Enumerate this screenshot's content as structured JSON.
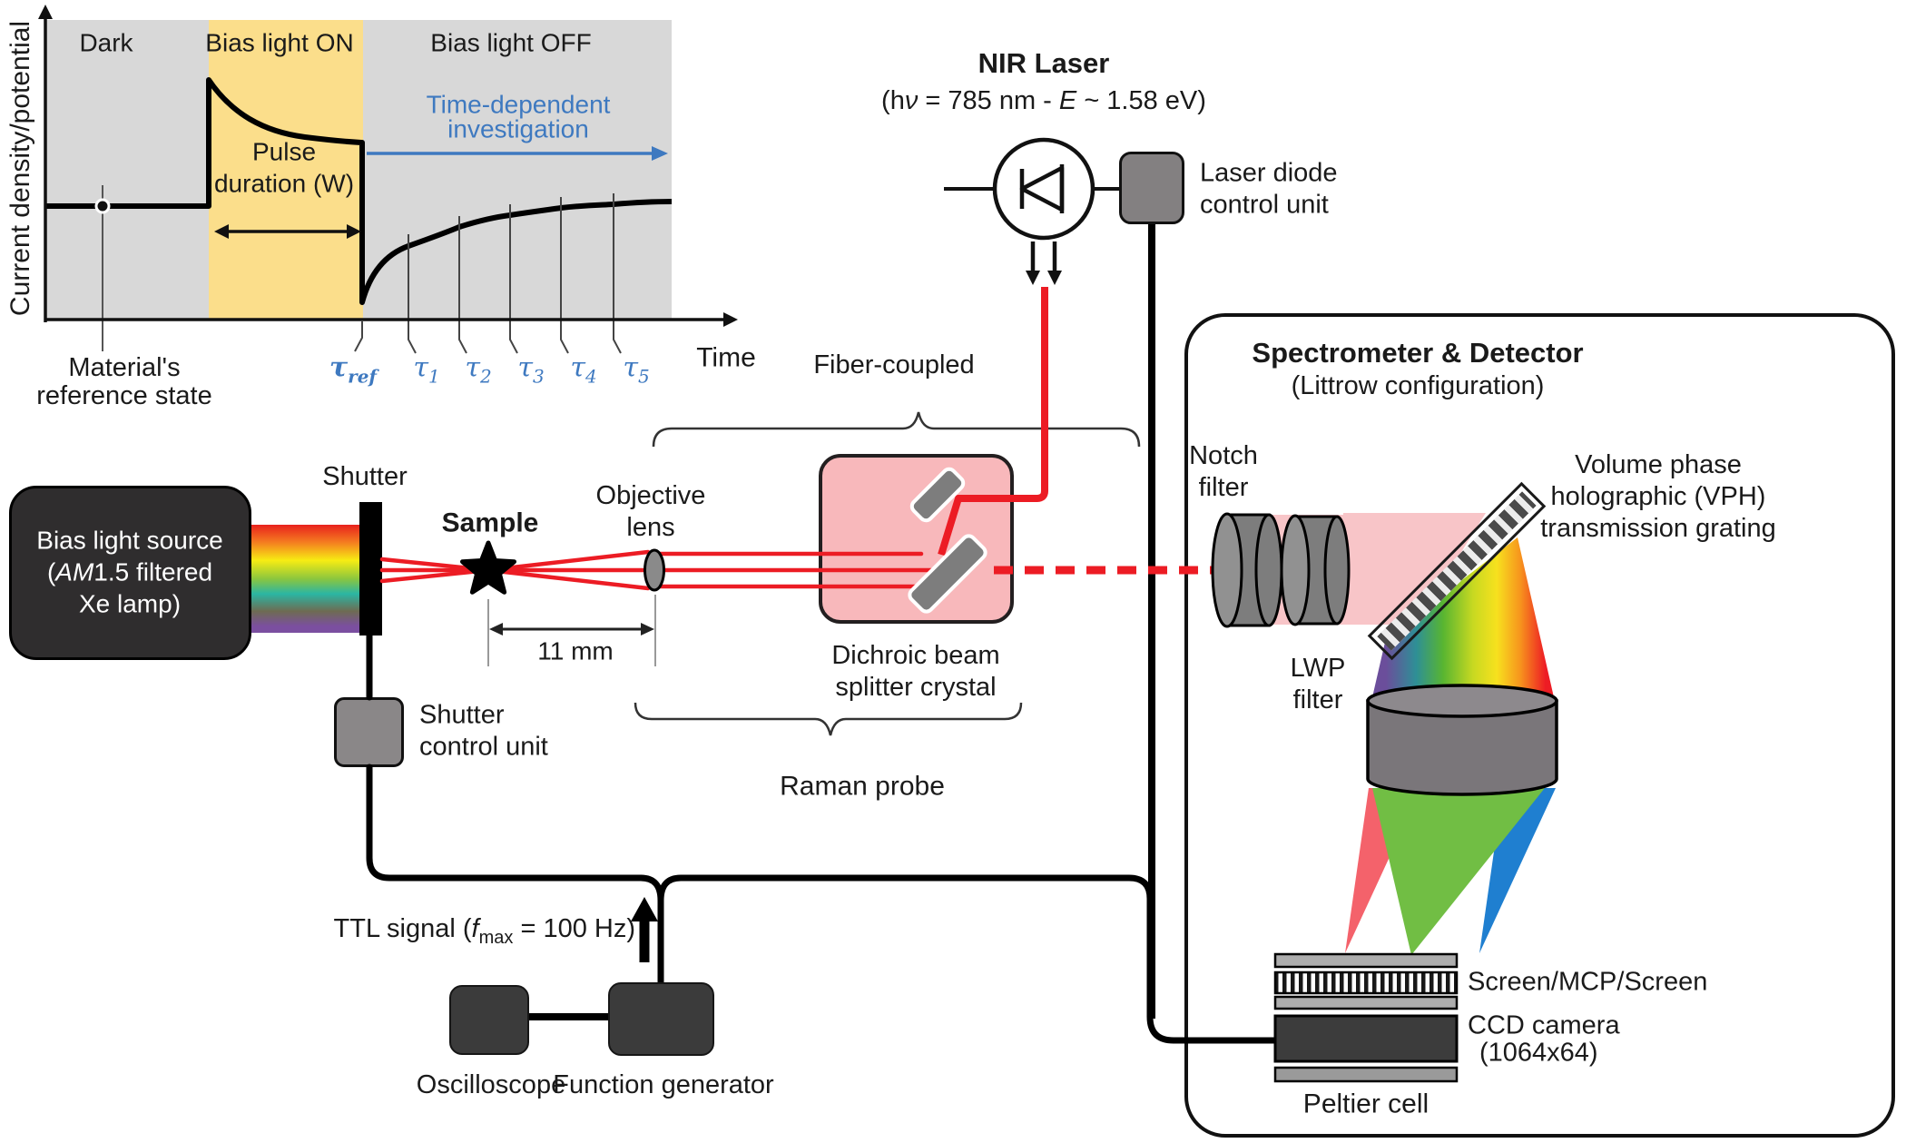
{
  "inset": {
    "y_axis_label": "Current density/potential",
    "x_axis_label": "Time",
    "region_dark": "Dark",
    "region_on": "Bias light ON",
    "region_off": "Bias light OFF",
    "investigation_line1": "Time-dependent",
    "investigation_line2": "investigation",
    "pulse_line1": "Pulse",
    "pulse_line2": "duration (W)",
    "reference_line1": "Material's",
    "reference_line2": "reference state",
    "tau_symbol": "τ",
    "tau_ref_sub": "ref",
    "tau_subs": [
      "1",
      "2",
      "3",
      "4",
      "5"
    ]
  },
  "laser": {
    "title": "NIR Laser",
    "subtitle_p1": "(h",
    "subtitle_nu": "ν",
    "subtitle_p2": " = 785 nm - ",
    "subtitle_E": "E",
    "subtitle_p3": " ~ 1.58 eV)",
    "control_line1": "Laser diode",
    "control_line2": "control unit"
  },
  "bias": {
    "line1": "Bias light source",
    "line2_p1": "(",
    "line2_am": "AM",
    "line2_p2": "1.5 filtered",
    "line3": "Xe lamp)"
  },
  "shutter": {
    "label": "Shutter",
    "control_line1": "Shutter",
    "control_line2": "control unit"
  },
  "sample": {
    "label": "Sample",
    "distance": "11 mm"
  },
  "objective": {
    "line1": "Objective",
    "line2": "lens"
  },
  "probe": {
    "fiber_coupled": "Fiber-coupled",
    "dichroic_line1": "Dichroic beam",
    "dichroic_line2": "splitter crystal",
    "raman": "Raman probe"
  },
  "spectrometer": {
    "title": "Spectrometer & Detector",
    "subtitle": "(Littrow configuration)",
    "notch_line1": "Notch",
    "notch_line2": "filter",
    "lwp_line1": "LWP",
    "lwp_line2": "filter",
    "vph_line1": "Volume phase",
    "vph_line2": "holographic (VPH)",
    "vph_line3": "transmission grating",
    "screen_label": "Screen/MCP/Screen",
    "ccd_line1": "CCD camera",
    "ccd_line2": "(1064x64)",
    "peltier_label": "Peltier cell"
  },
  "electronics": {
    "ttl_p1": "TTL signal (",
    "ttl_f": "f",
    "ttl_sub": "max",
    "ttl_p2": " = 100 Hz)",
    "oscilloscope": "Oscilloscope",
    "function_generator": "Function generator"
  },
  "colors": {
    "laser_red": "#EC1C24",
    "inset_yellow": "#FBDE8B",
    "inset_gray": "#D8D8D8",
    "accent_blue": "#3E79C0",
    "dichroic_pink": "#F8B8BB",
    "beam_pink": "#F8C5C8",
    "cone_red": "#F4626B",
    "cone_green": "#71BE44",
    "cone_blue": "#1F7FD0"
  }
}
